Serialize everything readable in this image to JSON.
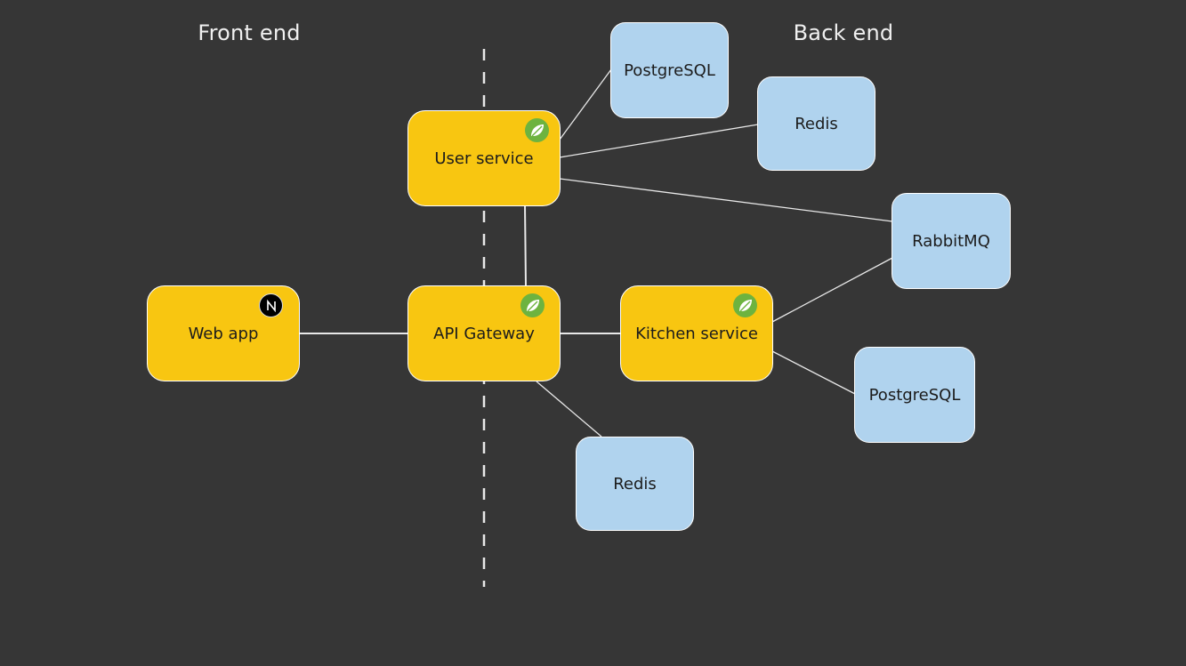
{
  "titles": {
    "front_end": "Front end",
    "back_end": "Back end"
  },
  "nodes": {
    "web_app": {
      "label": "Web app",
      "badge_icon": "nextjs-icon"
    },
    "api_gateway": {
      "label": "API Gateway",
      "badge_icon": "spring-leaf-icon"
    },
    "user_service": {
      "label": "User service",
      "badge_icon": "spring-leaf-icon"
    },
    "kitchen_service": {
      "label": "Kitchen service",
      "badge_icon": "spring-leaf-icon"
    },
    "postgres_user": {
      "label": "PostgreSQL"
    },
    "redis_user": {
      "label": "Redis"
    },
    "rabbitmq": {
      "label": "RabbitMQ"
    },
    "postgres_kitchen": {
      "label": "PostgreSQL"
    },
    "redis_gateway": {
      "label": "Redis"
    }
  },
  "edges": [
    [
      "web_app",
      "api_gateway"
    ],
    [
      "api_gateway",
      "user_service"
    ],
    [
      "api_gateway",
      "kitchen_service"
    ],
    [
      "api_gateway",
      "redis_gateway"
    ],
    [
      "user_service",
      "postgres_user"
    ],
    [
      "user_service",
      "redis_user"
    ],
    [
      "user_service",
      "rabbitmq"
    ],
    [
      "kitchen_service",
      "rabbitmq"
    ],
    [
      "kitchen_service",
      "postgres_kitchen"
    ]
  ],
  "colors": {
    "background": "#363636",
    "service_fill": "#f8c611",
    "store_fill": "#b0d3ee",
    "connector": "#e8e8e8",
    "spring_badge": "#6db33f"
  }
}
